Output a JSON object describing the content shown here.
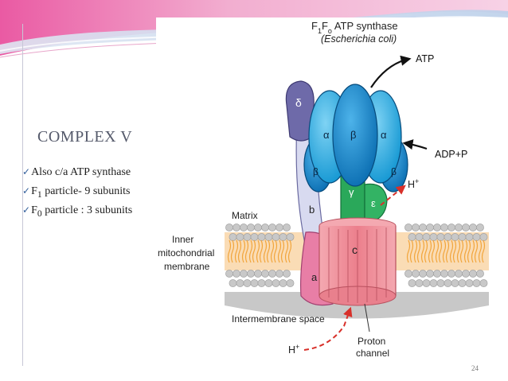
{
  "title": "COMPLEX V",
  "bullets": [
    {
      "text": "Also c/a ATP synthase"
    },
    {
      "pre": "F",
      "sub": "1",
      "post": " particle- 9 subunits"
    },
    {
      "pre": "F",
      "sub": "0",
      "post": " particle : 3 subunits"
    }
  ],
  "figure": {
    "heading": {
      "pre": "F",
      "sub1": "1",
      "mid": "F",
      "sub2": "o",
      "post": " ATP synthase"
    },
    "organism": "(Escherichia coli)",
    "labels": {
      "atp": "ATP",
      "adp": "ADP+P",
      "matrix": "Matrix",
      "inner1": "Inner",
      "inner2": "mitochondrial",
      "inner3": "membrane",
      "intermembrane": "Intermembrane space",
      "proton1": "Proton",
      "proton2": "channel",
      "h_top": "H",
      "h_bottom": "H",
      "plus": "+"
    },
    "subunits": {
      "delta": "δ",
      "alpha_left": "α",
      "beta_center": "β",
      "alpha_right": "α",
      "beta_left": "β",
      "beta_right": "β",
      "gamma": "γ",
      "epsilon": "ε",
      "b": "b",
      "a": "a",
      "c": "c"
    }
  },
  "slide_number": "24",
  "colors": {
    "alpha": "#17a6e0",
    "beta": "#0b7fc6",
    "delta": "#7a74b7",
    "b_stalk": "#d7d9ef",
    "gamma": "#2aa85a",
    "c_ring": "#ee8a95",
    "a_subunit": "#e87ea6",
    "membrane_heads": "#c8c8c8",
    "membrane_tails": "#f2a53b",
    "proton_arrow": "#d8302a"
  }
}
